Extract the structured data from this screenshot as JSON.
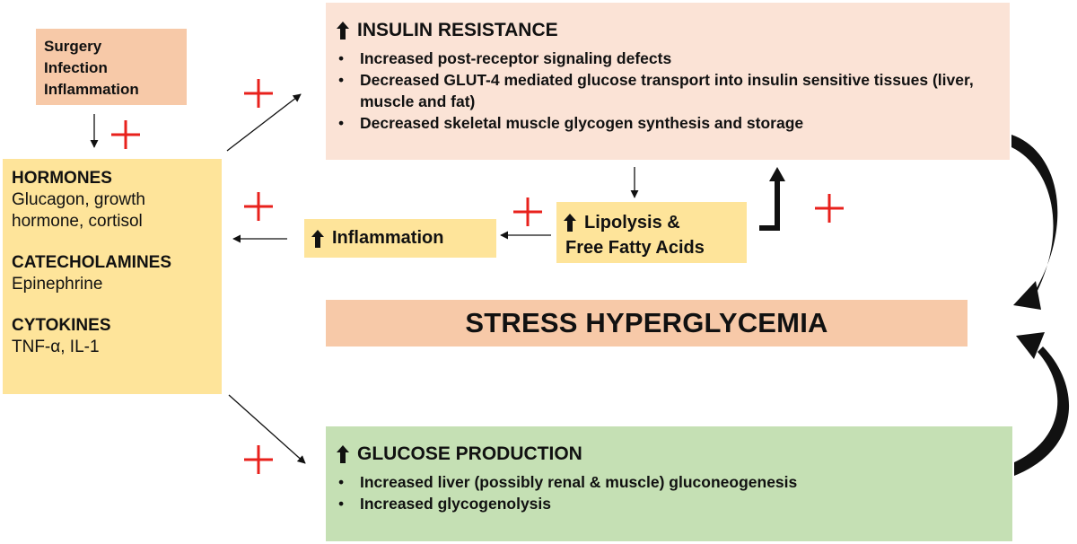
{
  "triggers": {
    "lines": [
      "Surgery",
      "Infection",
      "Inflammation"
    ]
  },
  "hormones": {
    "groups": [
      {
        "heading": "HORMONES",
        "text": "Glucagon, growth hormone, cortisol"
      },
      {
        "heading": "CATECHOLAMINES",
        "text": "Epinephrine"
      },
      {
        "heading": "CYTOKINES",
        "text": "TNF-α, IL-1"
      }
    ]
  },
  "insulin_resistance": {
    "title": "INSULIN RESISTANCE",
    "bullets": [
      "Increased post-receptor signaling defects",
      "Decreased GLUT-4 mediated glucose transport into insulin sensitive tissues (liver, muscle and fat)",
      "Decreased skeletal muscle glycogen synthesis and storage"
    ]
  },
  "lipolysis": {
    "line1": "Lipolysis &",
    "line2": "Free Fatty Acids"
  },
  "inflammation": {
    "label": "Inflammation"
  },
  "stress": {
    "label": "STRESS HYPERGLYCEMIA"
  },
  "glucose_production": {
    "title": "GLUCOSE PRODUCTION",
    "bullets": [
      "Increased liver (possibly renal & muscle) gluconeogenesis",
      "Increased glycogenolysis"
    ]
  },
  "colors": {
    "plus": "#e8211c",
    "peach": "#f7c9a8",
    "light_peach": "#fbe3d6",
    "yellow": "#fee49a",
    "green": "#c5e0b4"
  },
  "icons": {
    "up": "up-arrow-icon",
    "plus": "plus-icon"
  }
}
